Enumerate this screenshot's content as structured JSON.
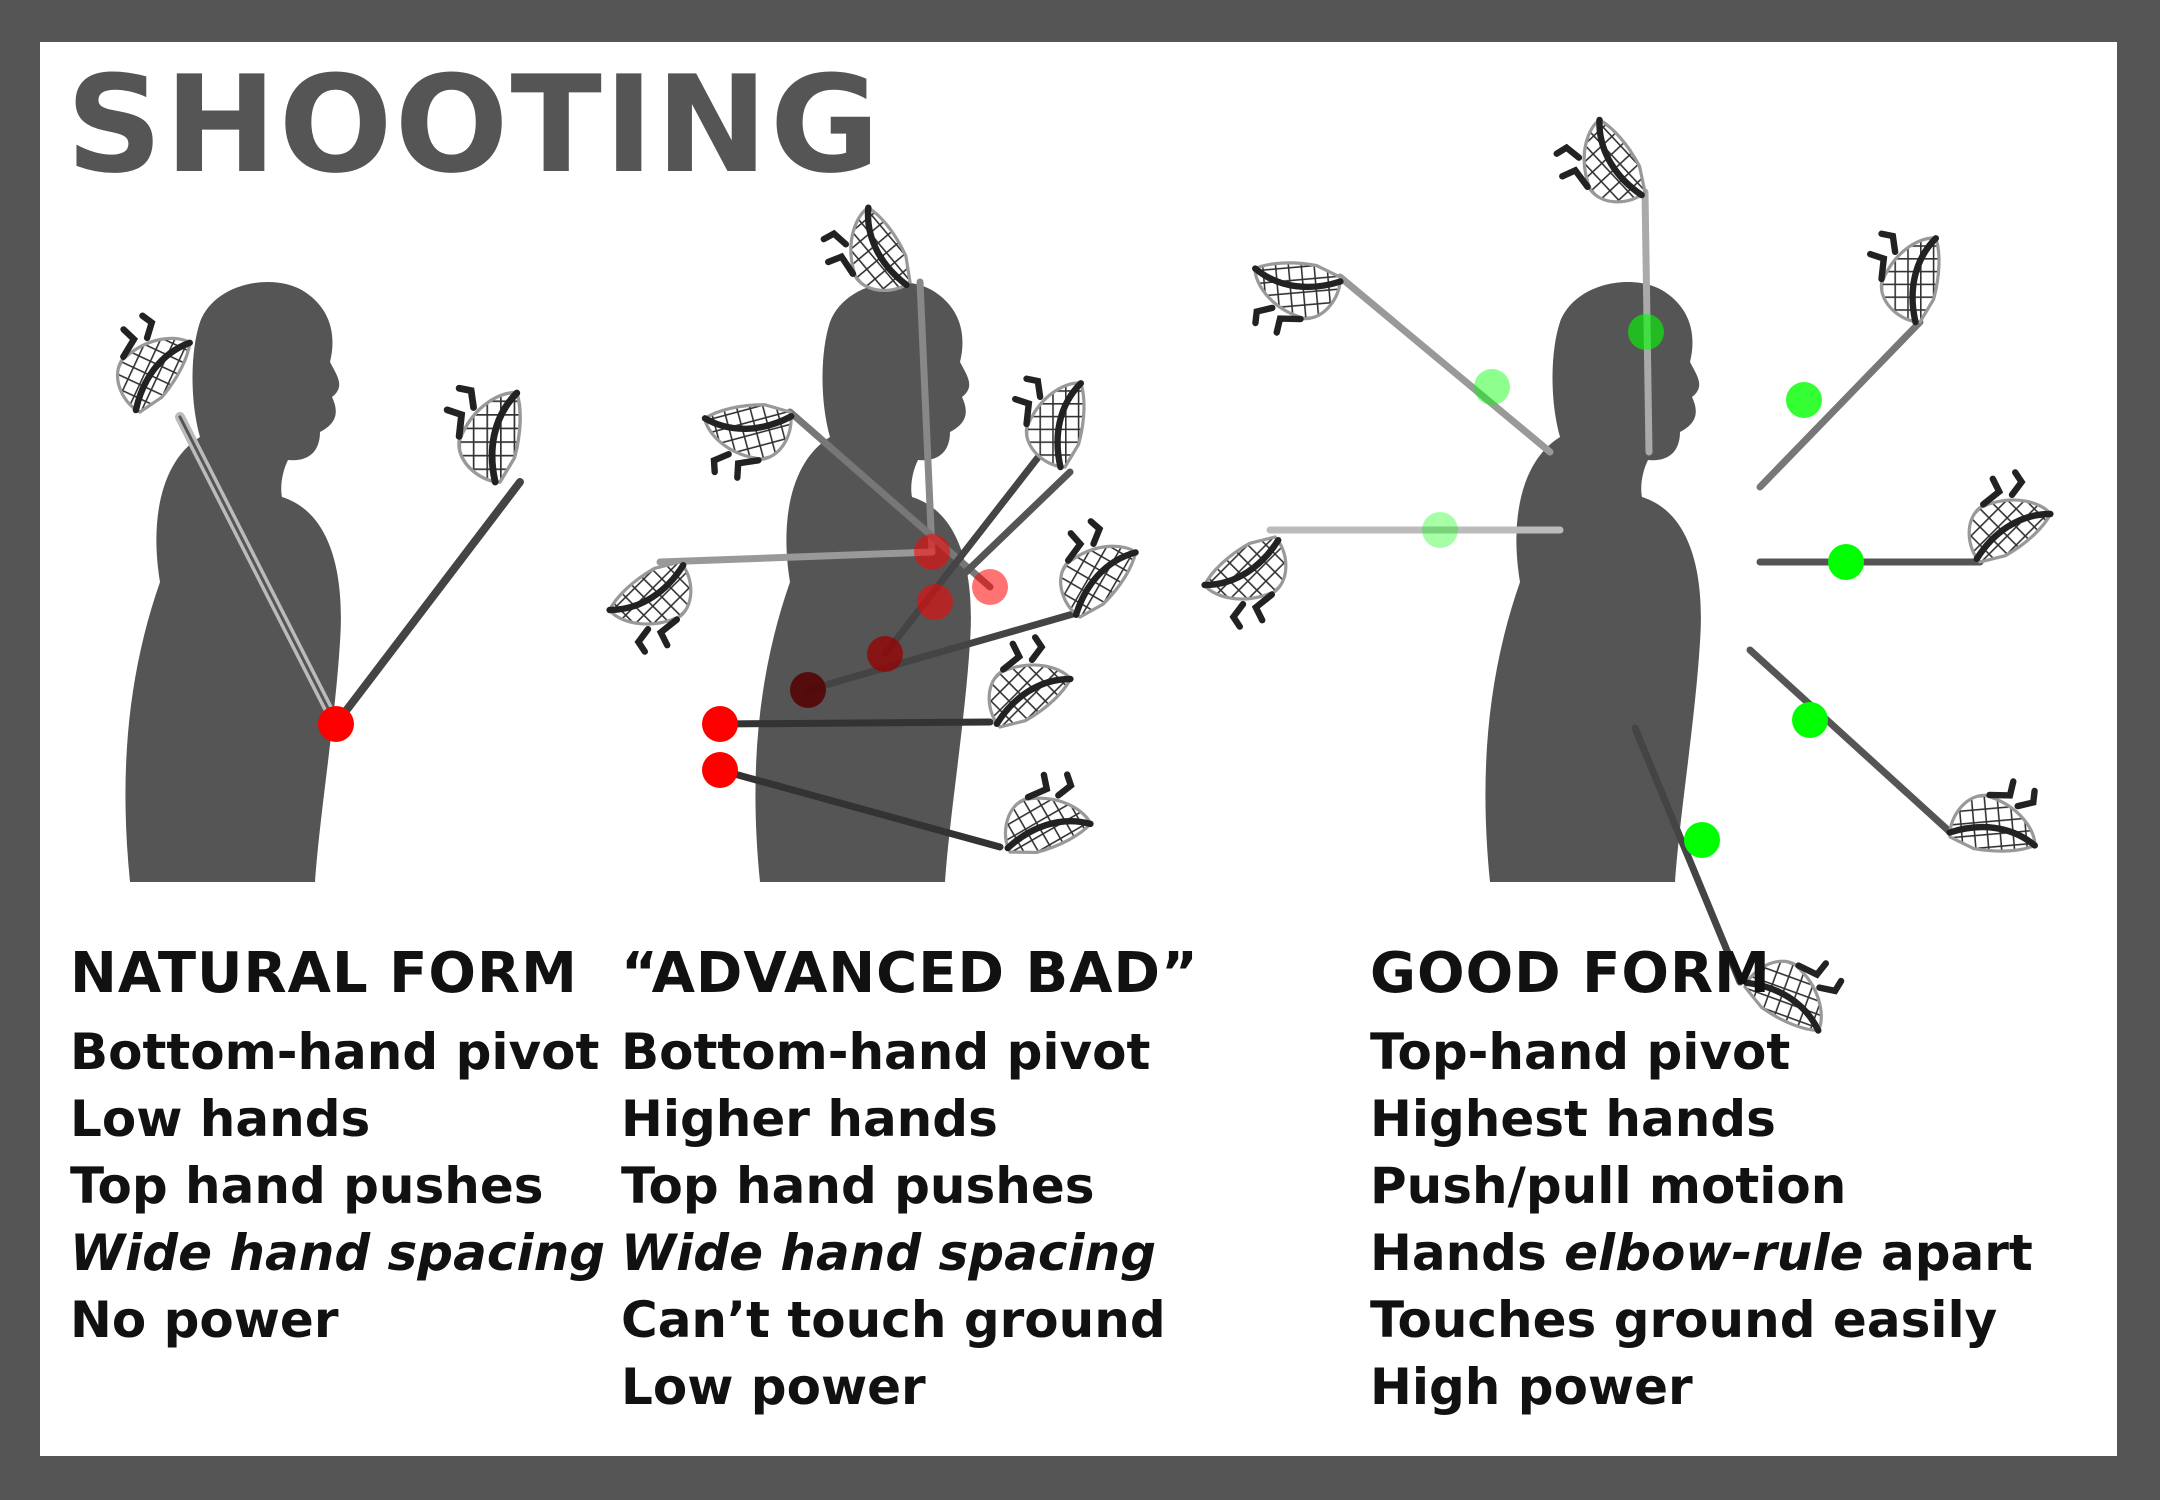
{
  "title": "SHOOTING",
  "colors": {
    "frame": "#555555",
    "silhouette": "#555555",
    "bad_dot": "#ff0000",
    "good_dot": "#00ff00",
    "stick": "#444444"
  },
  "columns": {
    "natural": {
      "heading": "NATURAL FORM",
      "lines": [
        {
          "text": "Bottom-hand pivot"
        },
        {
          "text": "Low hands"
        },
        {
          "text": "Top hand pushes"
        },
        {
          "text": "Wide hand spacing"
        },
        {
          "text": "No power"
        }
      ]
    },
    "advanced": {
      "heading": "“ADVANCED BAD”",
      "lines": [
        {
          "text": "Bottom-hand pivot"
        },
        {
          "text": "Higher hands"
        },
        {
          "text": "Top hand pushes"
        },
        {
          "text": "Wide hand spacing"
        },
        {
          "text": "Can’t touch ground"
        },
        {
          "text": "Low power"
        }
      ]
    },
    "good": {
      "heading": "GOOD FORM",
      "lines": [
        {
          "text": "Top-hand pivot"
        },
        {
          "text": "Highest hands"
        },
        {
          "text": "Push/pull motion"
        },
        {
          "pre": "Hands ",
          "em": "elbow-rule",
          "post": " apart"
        },
        {
          "text": "Touches ground easily"
        },
        {
          "text": "High power"
        }
      ]
    }
  }
}
